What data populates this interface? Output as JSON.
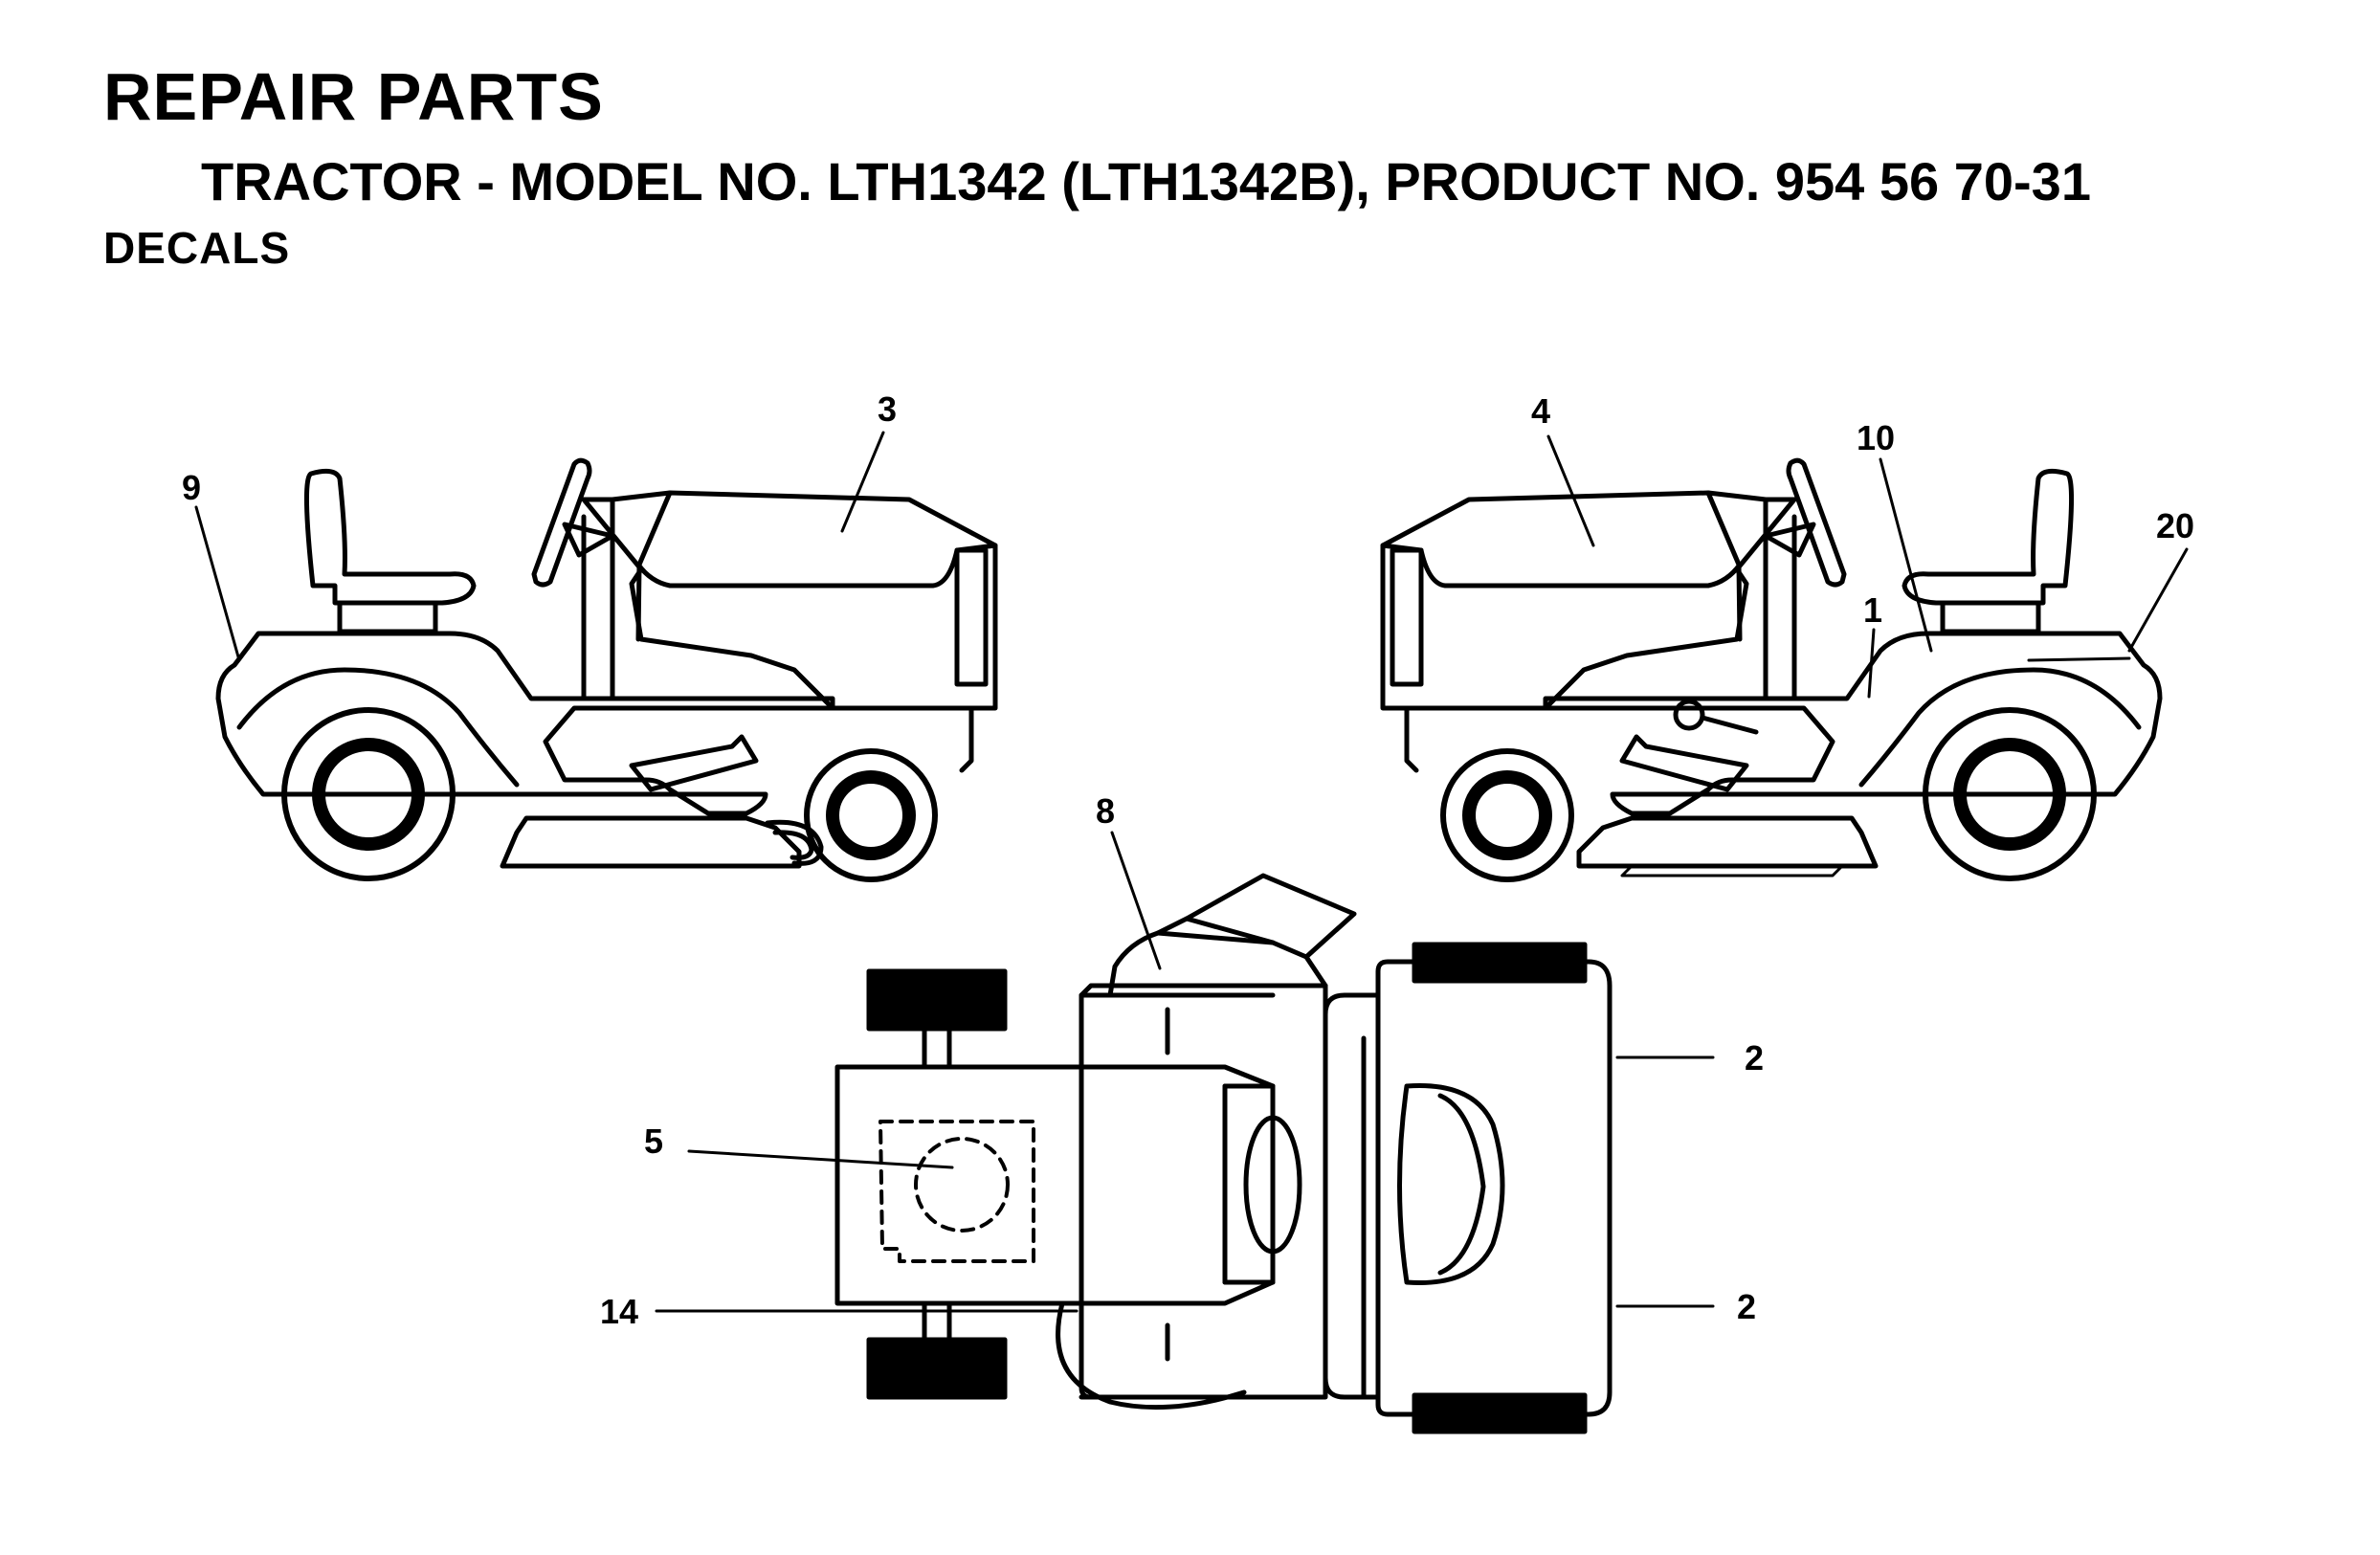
{
  "header": {
    "title": "REPAIR PARTS",
    "subtitle": "TRACTOR - MODEL NO. LTH1342 (LTH1342B), PRODUCT NO. 954 56 70-31",
    "section": "DECALS"
  },
  "callouts": {
    "c1": "1",
    "c2a": "2",
    "c2b": "2",
    "c3": "3",
    "c4": "4",
    "c5": "5",
    "c8": "8",
    "c9": "9",
    "c10": "10",
    "c14": "14",
    "c20": "20"
  }
}
